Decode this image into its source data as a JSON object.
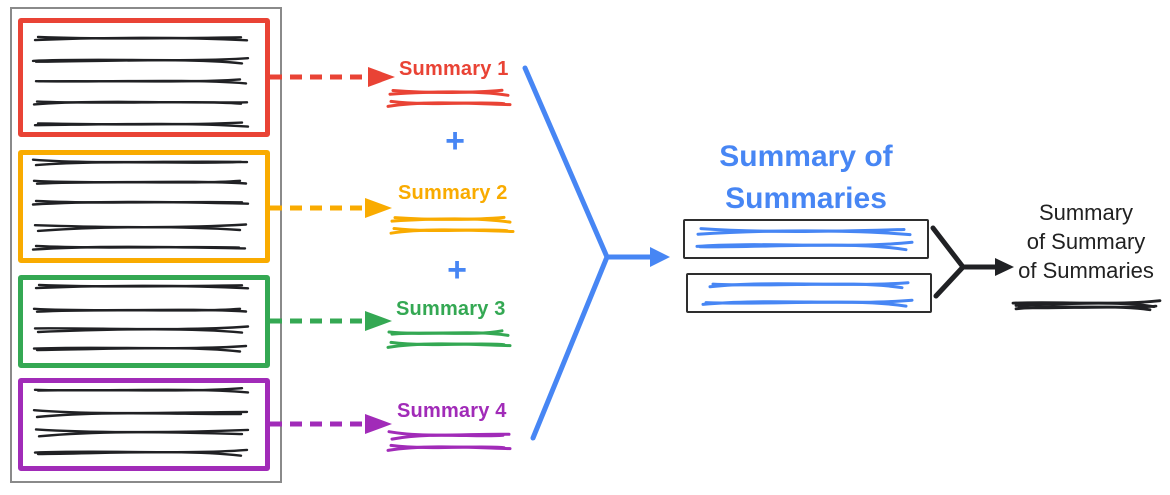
{
  "colors": {
    "red": "#E94335",
    "orange": "#F9AB00",
    "green": "#34A853",
    "purple": "#A12BB8",
    "blue": "#4786F4",
    "ink": "#212121",
    "gray": "#8A8A8A"
  },
  "source_documents": {
    "boxes": [
      {
        "name": "document-1",
        "color": "red",
        "text_line_count": 5
      },
      {
        "name": "document-2",
        "color": "orange",
        "text_line_count": 5
      },
      {
        "name": "document-3",
        "color": "green",
        "text_line_count": 4
      },
      {
        "name": "document-4",
        "color": "purple",
        "text_line_count": 4
      }
    ]
  },
  "summaries": [
    {
      "label": "Summary 1",
      "color": "red"
    },
    {
      "label": "Summary 2",
      "color": "orange"
    },
    {
      "label": "Summary 3",
      "color": "green"
    },
    {
      "label": "Summary 4",
      "color": "purple"
    }
  ],
  "operators": {
    "plus": "+"
  },
  "merge": {
    "title_lines": [
      "Summary of",
      "Summaries"
    ],
    "box_scribble_line_count": 2,
    "box_count": 2
  },
  "final": {
    "lines": [
      "Summary",
      "of Summary",
      "of Summaries"
    ]
  }
}
